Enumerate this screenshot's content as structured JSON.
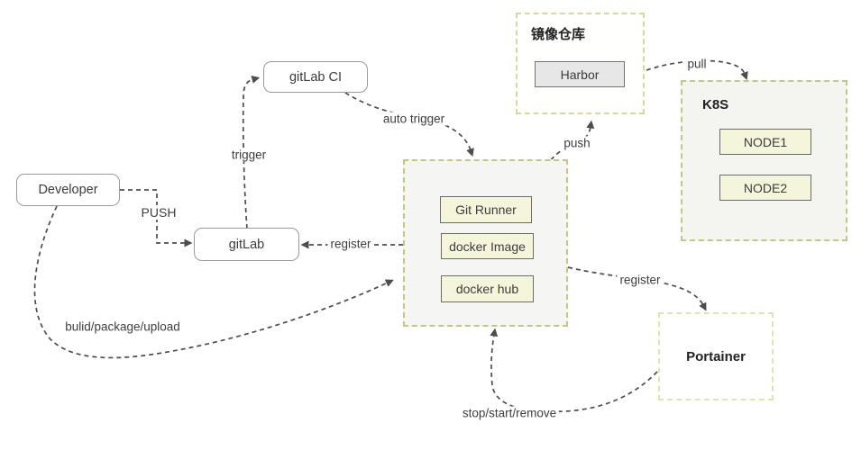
{
  "diagram": {
    "nodes": {
      "developer": "Developer",
      "gitlab": "gitLab",
      "gitlab_ci": "gitLab CI",
      "git_runner": "Git Runner",
      "docker_image": "docker Image",
      "docker_hub": "docker hub",
      "harbor": "Harbor",
      "node1": "NODE1",
      "node2": "NODE2"
    },
    "containers": {
      "registry_title": "镜像仓库",
      "k8s_title": "K8S",
      "portainer_title": "Portainer"
    },
    "edge_labels": {
      "push_dev": "PUSH",
      "trigger": "trigger",
      "auto_trigger": "auto trigger",
      "register_gitlab": "register",
      "build": "bulid/package/upload",
      "push_harbor": "push",
      "pull": "pull",
      "register_portainer": "register",
      "stop_start_remove": "stop/start/remove"
    },
    "colors": {
      "container_dash_olive": "#c6c680",
      "container_dash_pale": "#e3e3ad",
      "registry_dash": "#d8d89c",
      "container_fill_gray": "#f5f5f4",
      "note_fill_yellow": "#f5f5dc",
      "note_border": "#6b6b6b",
      "harbor_fill": "#e7e7e7",
      "rounded_node_border": "#9a9a9a",
      "arrow_color": "#4d4d4d",
      "text_color": "#3c3c3c"
    }
  }
}
